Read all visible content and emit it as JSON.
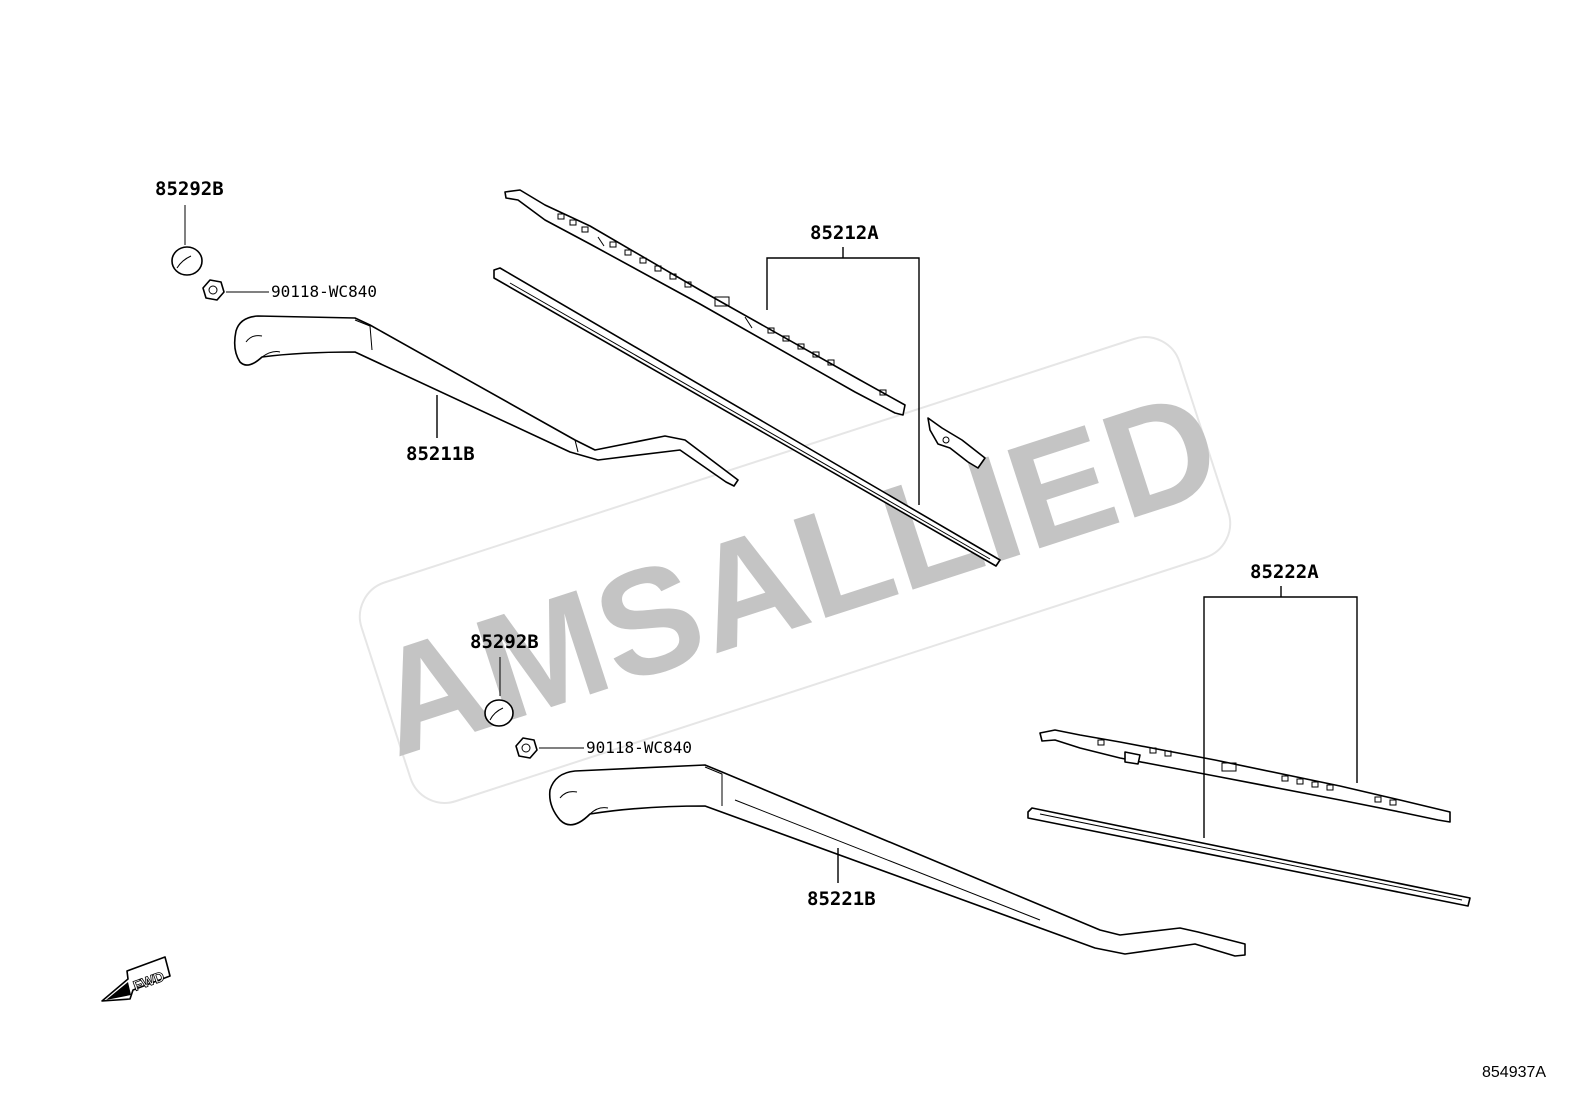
{
  "watermark": {
    "text": "AMSALLIED"
  },
  "diagram_id": "854937A",
  "fwd_arrow": {
    "label": "FWD"
  },
  "parts": {
    "cap_upper": "85292B",
    "nut_upper": "90118-WC840",
    "arm_upper": "85211B",
    "blade_upper": "85212A",
    "cap_lower": "85292B",
    "nut_lower": "90118-WC840",
    "arm_lower": "85221B",
    "blade_lower": "85222A"
  }
}
